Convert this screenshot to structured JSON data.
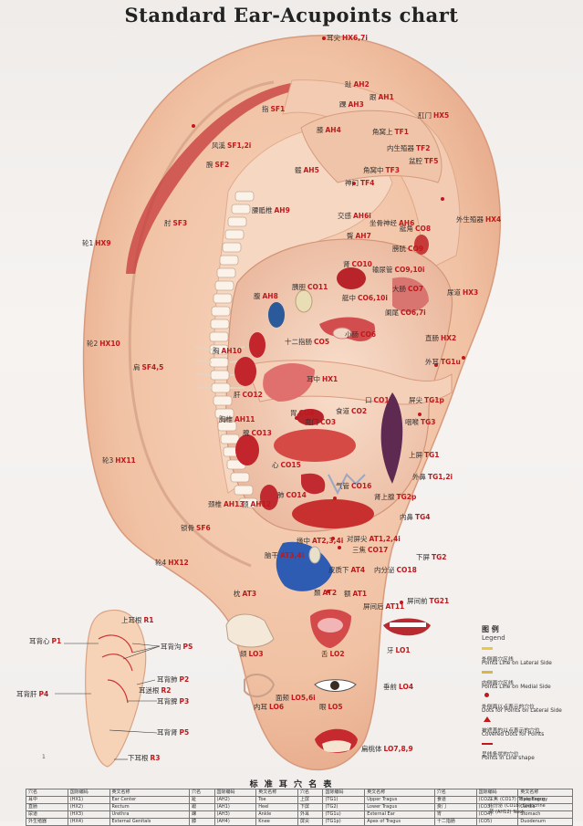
{
  "title": "Standard Ear-Acupoints chart",
  "labels": [
    {
      "id": "ercal",
      "zh": "耳尖",
      "code": "HX6,7i"
    },
    {
      "id": "ear-center",
      "zh": "耳中",
      "code": "HX1"
    },
    {
      "id": "lunzhou",
      "zh": "轮1",
      "code": "HX9"
    },
    {
      "id": "lun2",
      "zh": "轮2",
      "code": "HX10"
    },
    {
      "id": "lun3",
      "zh": "轮3",
      "code": "HX11"
    },
    {
      "id": "lun4",
      "zh": "轮4",
      "code": "HX12"
    },
    {
      "id": "zhi",
      "zh": "指",
      "code": "SF1"
    },
    {
      "id": "feng",
      "zh": "风溪",
      "code": "SF1,2i"
    },
    {
      "id": "wan",
      "zh": "腕",
      "code": "SF2"
    },
    {
      "id": "zhou",
      "zh": "肘",
      "code": "SF3"
    },
    {
      "id": "jian",
      "zh": "肩",
      "code": "SF4,5"
    },
    {
      "id": "suo",
      "zh": "锁骨",
      "code": "SF6"
    },
    {
      "id": "zhi2",
      "zh": "趾",
      "code": "AH2"
    },
    {
      "id": "gen",
      "zh": "跟",
      "code": "AH1"
    },
    {
      "id": "huai",
      "zh": "踝",
      "code": "AH3"
    },
    {
      "id": "xi",
      "zh": "膝",
      "code": "AH4"
    },
    {
      "id": "kuan",
      "zh": "髋",
      "code": "AH5"
    },
    {
      "id": "tun",
      "zh": "臀",
      "code": "AH7"
    },
    {
      "id": "fu",
      "zh": "腹",
      "code": "AH8"
    },
    {
      "id": "yao",
      "zh": "腰骶椎",
      "code": "AH9"
    },
    {
      "id": "xiong",
      "zh": "胸",
      "code": "AH10"
    },
    {
      "id": "xiongzhui",
      "zh": "胸椎",
      "code": "AH11"
    },
    {
      "id": "jing",
      "zh": "颈",
      "code": "AH12"
    },
    {
      "id": "jingzhui",
      "zh": "颈椎",
      "code": "AH13"
    },
    {
      "id": "jiao",
      "zh": "交感",
      "code": "AH6i"
    },
    {
      "id": "zuogu",
      "zh": "坐骨神经",
      "code": "AH6"
    },
    {
      "id": "shenmen",
      "zh": "神门",
      "code": "TF4"
    },
    {
      "id": "penqiang",
      "zh": "盆腔",
      "code": "TF5"
    },
    {
      "id": "jiaowo",
      "zh": "角窝中",
      "code": "TF3"
    },
    {
      "id": "jiaowoshang",
      "zh": "角窝上",
      "code": "TF1"
    },
    {
      "id": "neishengzhi",
      "zh": "内生殖器",
      "code": "TF2"
    },
    {
      "id": "ganmen",
      "zh": "肛门",
      "code": "HX5"
    },
    {
      "id": "niaodao",
      "zh": "尿道",
      "code": "HX3"
    },
    {
      "id": "waishengzhi",
      "zh": "外生殖器",
      "code": "HX4"
    },
    {
      "id": "zhichang",
      "zh": "直肠",
      "code": "HX2"
    },
    {
      "id": "xinzang",
      "zh": "艇角",
      "code": "CO8"
    },
    {
      "id": "pangguang",
      "zh": "膀胱",
      "code": "CO9"
    },
    {
      "id": "shen",
      "zh": "肾",
      "code": "CO10"
    },
    {
      "id": "shuniao",
      "zh": "输尿管",
      "code": "CO9,10i"
    },
    {
      "id": "yidan",
      "zh": "胰胆",
      "code": "CO11"
    },
    {
      "id": "gan",
      "zh": "肝",
      "code": "CO12"
    },
    {
      "id": "aizhong",
      "zh": "艇中",
      "code": "CO6,10i"
    },
    {
      "id": "dachang",
      "zh": "大肠",
      "code": "CO7"
    },
    {
      "id": "xiaochang",
      "zh": "小肠",
      "code": "CO6"
    },
    {
      "id": "lanwei",
      "zh": "阑尾",
      "code": "CO6,7i"
    },
    {
      "id": "shier",
      "zh": "十二指肠",
      "code": "CO5"
    },
    {
      "id": "wei",
      "zh": "胃",
      "code": "CO4"
    },
    {
      "id": "benmen",
      "zh": "贲门",
      "code": "CO3"
    },
    {
      "id": "shidao",
      "zh": "食道",
      "code": "CO2"
    },
    {
      "id": "kou",
      "zh": "口",
      "code": "CO1"
    },
    {
      "id": "pi",
      "zh": "脾",
      "code": "CO13"
    },
    {
      "id": "xin",
      "zh": "心",
      "code": "CO15"
    },
    {
      "id": "qiguan",
      "zh": "气管",
      "code": "CO16"
    },
    {
      "id": "fei",
      "zh": "肺",
      "code": "CO14"
    },
    {
      "id": "sanjiao",
      "zh": "三焦",
      "code": "CO17"
    },
    {
      "id": "neifenmi",
      "zh": "内分泌",
      "code": "CO18"
    },
    {
      "id": "waier",
      "zh": "外耳",
      "code": "TG1u"
    },
    {
      "id": "pingjian",
      "zh": "屏尖",
      "code": "TG1p"
    },
    {
      "id": "yanhou",
      "zh": "咽喉",
      "code": "TG3"
    },
    {
      "id": "shangping",
      "zh": "上屏",
      "code": "TG1"
    },
    {
      "id": "waibi",
      "zh": "外鼻",
      "code": "TG1,2i"
    },
    {
      "id": "shenshangxian",
      "zh": "肾上腺",
      "code": "TG2p"
    },
    {
      "id": "neibi",
      "zh": "内鼻",
      "code": "TG4"
    },
    {
      "id": "xiaping",
      "zh": "下屏",
      "code": "TG2"
    },
    {
      "id": "pingjianqian",
      "zh": "屏间前",
      "code": "TG21"
    },
    {
      "id": "pingjianhou",
      "zh": "屏间后",
      "code": "AT11"
    },
    {
      "id": "e",
      "zh": "额",
      "code": "AT1"
    },
    {
      "id": "nie",
      "zh": "颞",
      "code": "AT2"
    },
    {
      "id": "zhen",
      "zh": "枕",
      "code": "AT3"
    },
    {
      "id": "pizhixia",
      "zh": "皮质下",
      "code": "AT4"
    },
    {
      "id": "duipingjian",
      "zh": "对屏尖",
      "code": "AT1,2,4i"
    },
    {
      "id": "yuanzhong",
      "zh": "缘中",
      "code": "AT2,3,4i"
    },
    {
      "id": "naogan",
      "zh": "脑干",
      "code": "AT3,4i"
    },
    {
      "id": "ya",
      "zh": "牙",
      "code": "LO1"
    },
    {
      "id": "she",
      "zh": "舌",
      "code": "LO2"
    },
    {
      "id": "he",
      "zh": "颌",
      "code": "LO3"
    },
    {
      "id": "chuiqian",
      "zh": "垂前",
      "code": "LO4"
    },
    {
      "id": "yan",
      "zh": "眼",
      "code": "LO5"
    },
    {
      "id": "neier",
      "zh": "内耳",
      "code": "LO6"
    },
    {
      "id": "mianjia",
      "zh": "面颊",
      "code": "LO5,6i"
    },
    {
      "id": "biantaoti",
      "zh": "扁桃体",
      "code": "LO7,8,9"
    }
  ],
  "back": [
    {
      "id": "b1",
      "zh": "上耳根",
      "code": "R1"
    },
    {
      "id": "b2",
      "zh": "耳背心",
      "code": "P1"
    },
    {
      "id": "b3",
      "zh": "耳背沟",
      "code": "PS"
    },
    {
      "id": "b4",
      "zh": "耳背肺",
      "code": "P2"
    },
    {
      "id": "b5",
      "zh": "耳迷根",
      "code": "R2"
    },
    {
      "id": "b6",
      "zh": "耳背脾",
      "code": "P3"
    },
    {
      "id": "b7",
      "zh": "耳背肝",
      "code": "P4"
    },
    {
      "id": "b8",
      "zh": "耳背肾",
      "code": "P5"
    },
    {
      "id": "b9",
      "zh": "下耳根",
      "code": "R3"
    }
  ],
  "legend": {
    "title": "图 例",
    "title_en": "Legend",
    "items": [
      {
        "zh": "外侧面穴区线",
        "en": "Points Line on Lateral Side",
        "color": "#e8c84a"
      },
      {
        "zh": "内侧面穴区线",
        "en": "Points Line on Medial Side",
        "color": "#d4b84a"
      },
      {
        "zh": "外侧面以点表示的穴位",
        "en": "Dots for Points on Lateral Side",
        "color": "#c0181c"
      },
      {
        "zh": "被遮盖的以点表示的穴位",
        "en": "Covered Dots for Points",
        "color": "#c0181c"
      },
      {
        "zh": "呈线条状的穴位",
        "en": "Points in Line shape",
        "color": "#c0181c"
      }
    ]
  },
  "table": {
    "title": "标 准 耳 穴 名 表",
    "header": [
      "穴名",
      "国际编码",
      "英文名称",
      "穴名",
      "国际编码",
      "英文名称",
      "穴名",
      "国际编码",
      "英文名称",
      "穴名",
      "国际编码",
      "英文名称"
    ],
    "rows": [
      [
        "耳中",
        "(HX1)",
        "Ear Center",
        "趾",
        "(AH2)",
        "Toe",
        "上屏",
        "(TG1)",
        "Upper Tragus",
        "食道",
        "(CO2)",
        "Esophagus"
      ],
      [
        "直肠",
        "(HX2)",
        "Rectum",
        "跟",
        "(AH1)",
        "Heel",
        "下屏",
        "(TG2)",
        "Lower Tragus",
        "贲门",
        "(CO3)",
        "Cardia"
      ],
      [
        "尿道",
        "(HX3)",
        "Urethra",
        "踝",
        "(AH3)",
        "Ankle",
        "外耳",
        "(TG1u)",
        "External Ear",
        "胃",
        "(CO4)",
        "Stomach"
      ],
      [
        "外生殖器",
        "(HX4)",
        "External Genitals",
        "膝",
        "(AH4)",
        "Knee",
        "屏尖",
        "(TG1p)",
        "Apex of Tragus",
        "十二指肠",
        "(CO5)",
        "Duodenum"
      ]
    ],
    "extra": [
      [
        "三焦",
        "(CO17)",
        "Triple Energy"
      ],
      [
        "内分泌",
        "(CO18)",
        "Endocrine"
      ],
      [
        "颈",
        "(AH12)",
        "Neck"
      ]
    ]
  },
  "page_number": "1"
}
